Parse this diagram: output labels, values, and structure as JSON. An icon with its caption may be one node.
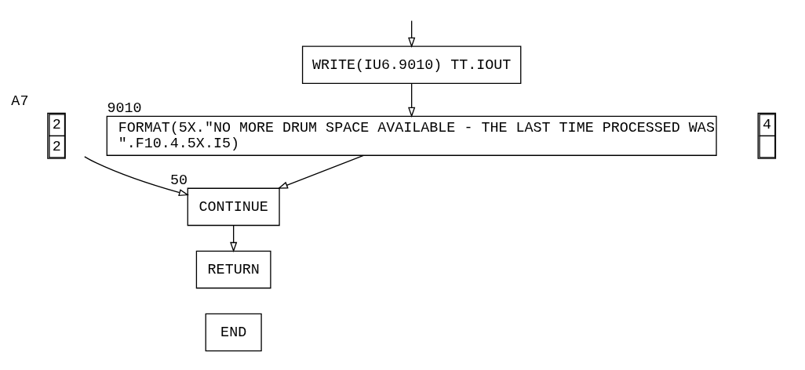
{
  "diagram": {
    "nodes": [
      {
        "text": [
          "WRITE(IU6.9010) TT.IOUT"
        ]
      },
      {
        "text": [
          "FORMAT(5X.\"NO MORE DRUM SPACE AVAILABLE - THE LAST TIME PROCESSED WAS \".F10.4.5X.I5)"
        ],
        "beside": [
          "9010"
        ]
      },
      {
        "text": [
          "4"
        ]
      },
      {
        "text": [
          "2",
          "2"
        ],
        "beside": [
          "A7"
        ]
      },
      {
        "text": [
          "CONTINUE"
        ],
        "beside": [
          "50"
        ]
      },
      {
        "text": [
          "RETURN"
        ]
      },
      {
        "text": [
          "END"
        ]
      }
    ],
    "edges": [
      {
        "from": null,
        "to": 0,
        "arrow": "to"
      },
      {
        "from": 0,
        "to": 1,
        "arrow": "to"
      },
      {
        "from": 1,
        "to": 4,
        "arrow": "to"
      },
      {
        "from": 3,
        "to": 4,
        "arrow": "to"
      },
      {
        "from": 4,
        "to": 5,
        "arrow": "to"
      }
    ]
  }
}
